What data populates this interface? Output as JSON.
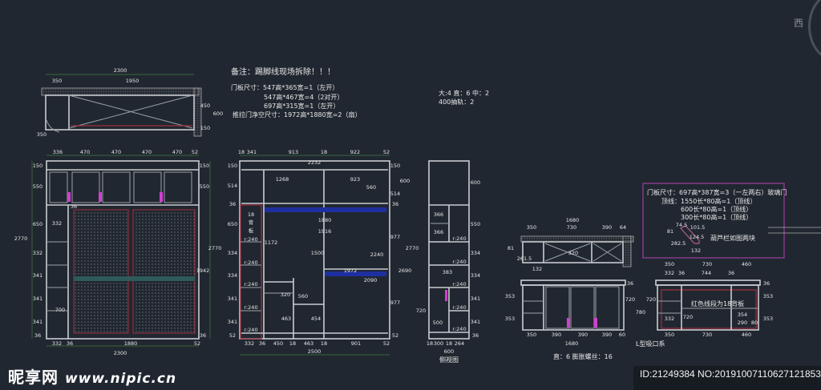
{
  "notes": {
    "remark": "备注：踢脚线现场拆除！！！",
    "door_size_1": "门板尺寸：547高*365宽=1（左开）",
    "door_size_2": "547高*467宽=4（2对开）",
    "door_size_3": "697高*315宽=1（左开）",
    "sliding_door": "推拉门净空尺寸：1972高*1880宽=2（扇）",
    "hinge_count": "大:4 直：6 中：2",
    "drawer_rail": "400抽轨：2"
  },
  "top_plan": {
    "total": "2300",
    "left": "350",
    "right": "1950",
    "d1": "450",
    "d2": "600",
    "d3": "150",
    "corner": "350"
  },
  "front_view": {
    "top": [
      "336",
      "470",
      "470",
      "470",
      "470",
      "52"
    ],
    "left": [
      "150",
      "550",
      "650",
      "332",
      "341",
      "341",
      "341",
      "36"
    ],
    "right": [
      "150",
      "550",
      "2770",
      "1942",
      "36"
    ],
    "total_h": "2770",
    "bottom": [
      "332",
      "36",
      "1880",
      "52"
    ],
    "total_w": "2300",
    "inner": [
      "332",
      "700",
      "36"
    ]
  },
  "section_view": {
    "top": [
      "18",
      "341",
      "913",
      "18",
      "922",
      "52"
    ],
    "total_w_top": "2232",
    "inner": [
      "1268",
      "923",
      "560",
      "1880",
      "1916",
      "1172",
      "1500",
      "1972",
      "2240",
      "2090",
      "320",
      "560",
      "463",
      "454"
    ],
    "back_panel": [
      "18",
      "背",
      "板"
    ],
    "shelf": [
      "r:240",
      "r:240",
      "r:240",
      "r:240",
      "r:240"
    ],
    "left": [
      "150",
      "514",
      "36",
      "650",
      "334",
      "334",
      "341",
      "341",
      "52"
    ],
    "right": [
      "150",
      "514",
      "36",
      "977",
      "977",
      "2770",
      "2690",
      "600",
      "52"
    ],
    "bottom": [
      "332",
      "36",
      "450",
      "18",
      "463",
      "18",
      "901",
      "52"
    ],
    "total_w": "2500"
  },
  "side_view": {
    "title": "侧视图",
    "inner": [
      "366",
      "366",
      "r:240",
      "r:240",
      "r:240",
      "r:240",
      "r:240",
      "383",
      "500",
      "720"
    ],
    "right": [
      "600",
      "550",
      "334",
      "334",
      "341",
      "341",
      "36"
    ],
    "bottom": [
      "18",
      "300",
      "18",
      "264"
    ],
    "total_w": "600"
  },
  "l_cabinet": {
    "plan_top": [
      "1680",
      "350",
      "730",
      "390",
      "64"
    ],
    "plan_misc": [
      "81",
      "320",
      "261.5",
      "132"
    ],
    "front_bottom": [
      "350",
      "390",
      "390",
      "390",
      "60"
    ],
    "front_total": "1680",
    "front_side": [
      "353",
      "353",
      "720",
      "780",
      "36"
    ],
    "side_top": [
      "350",
      "730",
      "460"
    ],
    "side_top2": [
      "332",
      "36",
      "744",
      "36"
    ],
    "side_inner": [
      "332",
      "720",
      "354",
      "290",
      "80"
    ],
    "side_bottom": [
      "350",
      "730",
      "460"
    ],
    "side_right": [
      "36",
      "353",
      "720",
      "353"
    ],
    "red_note": "红色线段为18背板",
    "title": "L型吸口系"
  },
  "glass_box": {
    "door": "门板尺寸：697高*387宽=3（一左两右）玻璃门",
    "line1": "顶线：1550长*80高=1（顶线）",
    "line2": "600长*80高=1（顶线）",
    "line3": "300长*80高=1（顶线）",
    "gourd": "葫芦栏如图两块",
    "dims": [
      "81",
      "74.5",
      "101.5",
      "124.5",
      "282.5",
      "132"
    ]
  },
  "bottom_note": "直：6 膨胀螺丝：16",
  "compass_label": "西",
  "watermark": {
    "brand": "昵享网",
    "url": "www.nipic.cn",
    "id": "ID:21249384 NO:20191007110627121853"
  },
  "colors": {
    "background": "#212730",
    "line": "#c9ccd0",
    "dimension": "#3f7a3f",
    "back_panel": "#a03040",
    "rod": "#1f2fa0",
    "handle": "#d040d0",
    "box": "#9a3fa0"
  }
}
